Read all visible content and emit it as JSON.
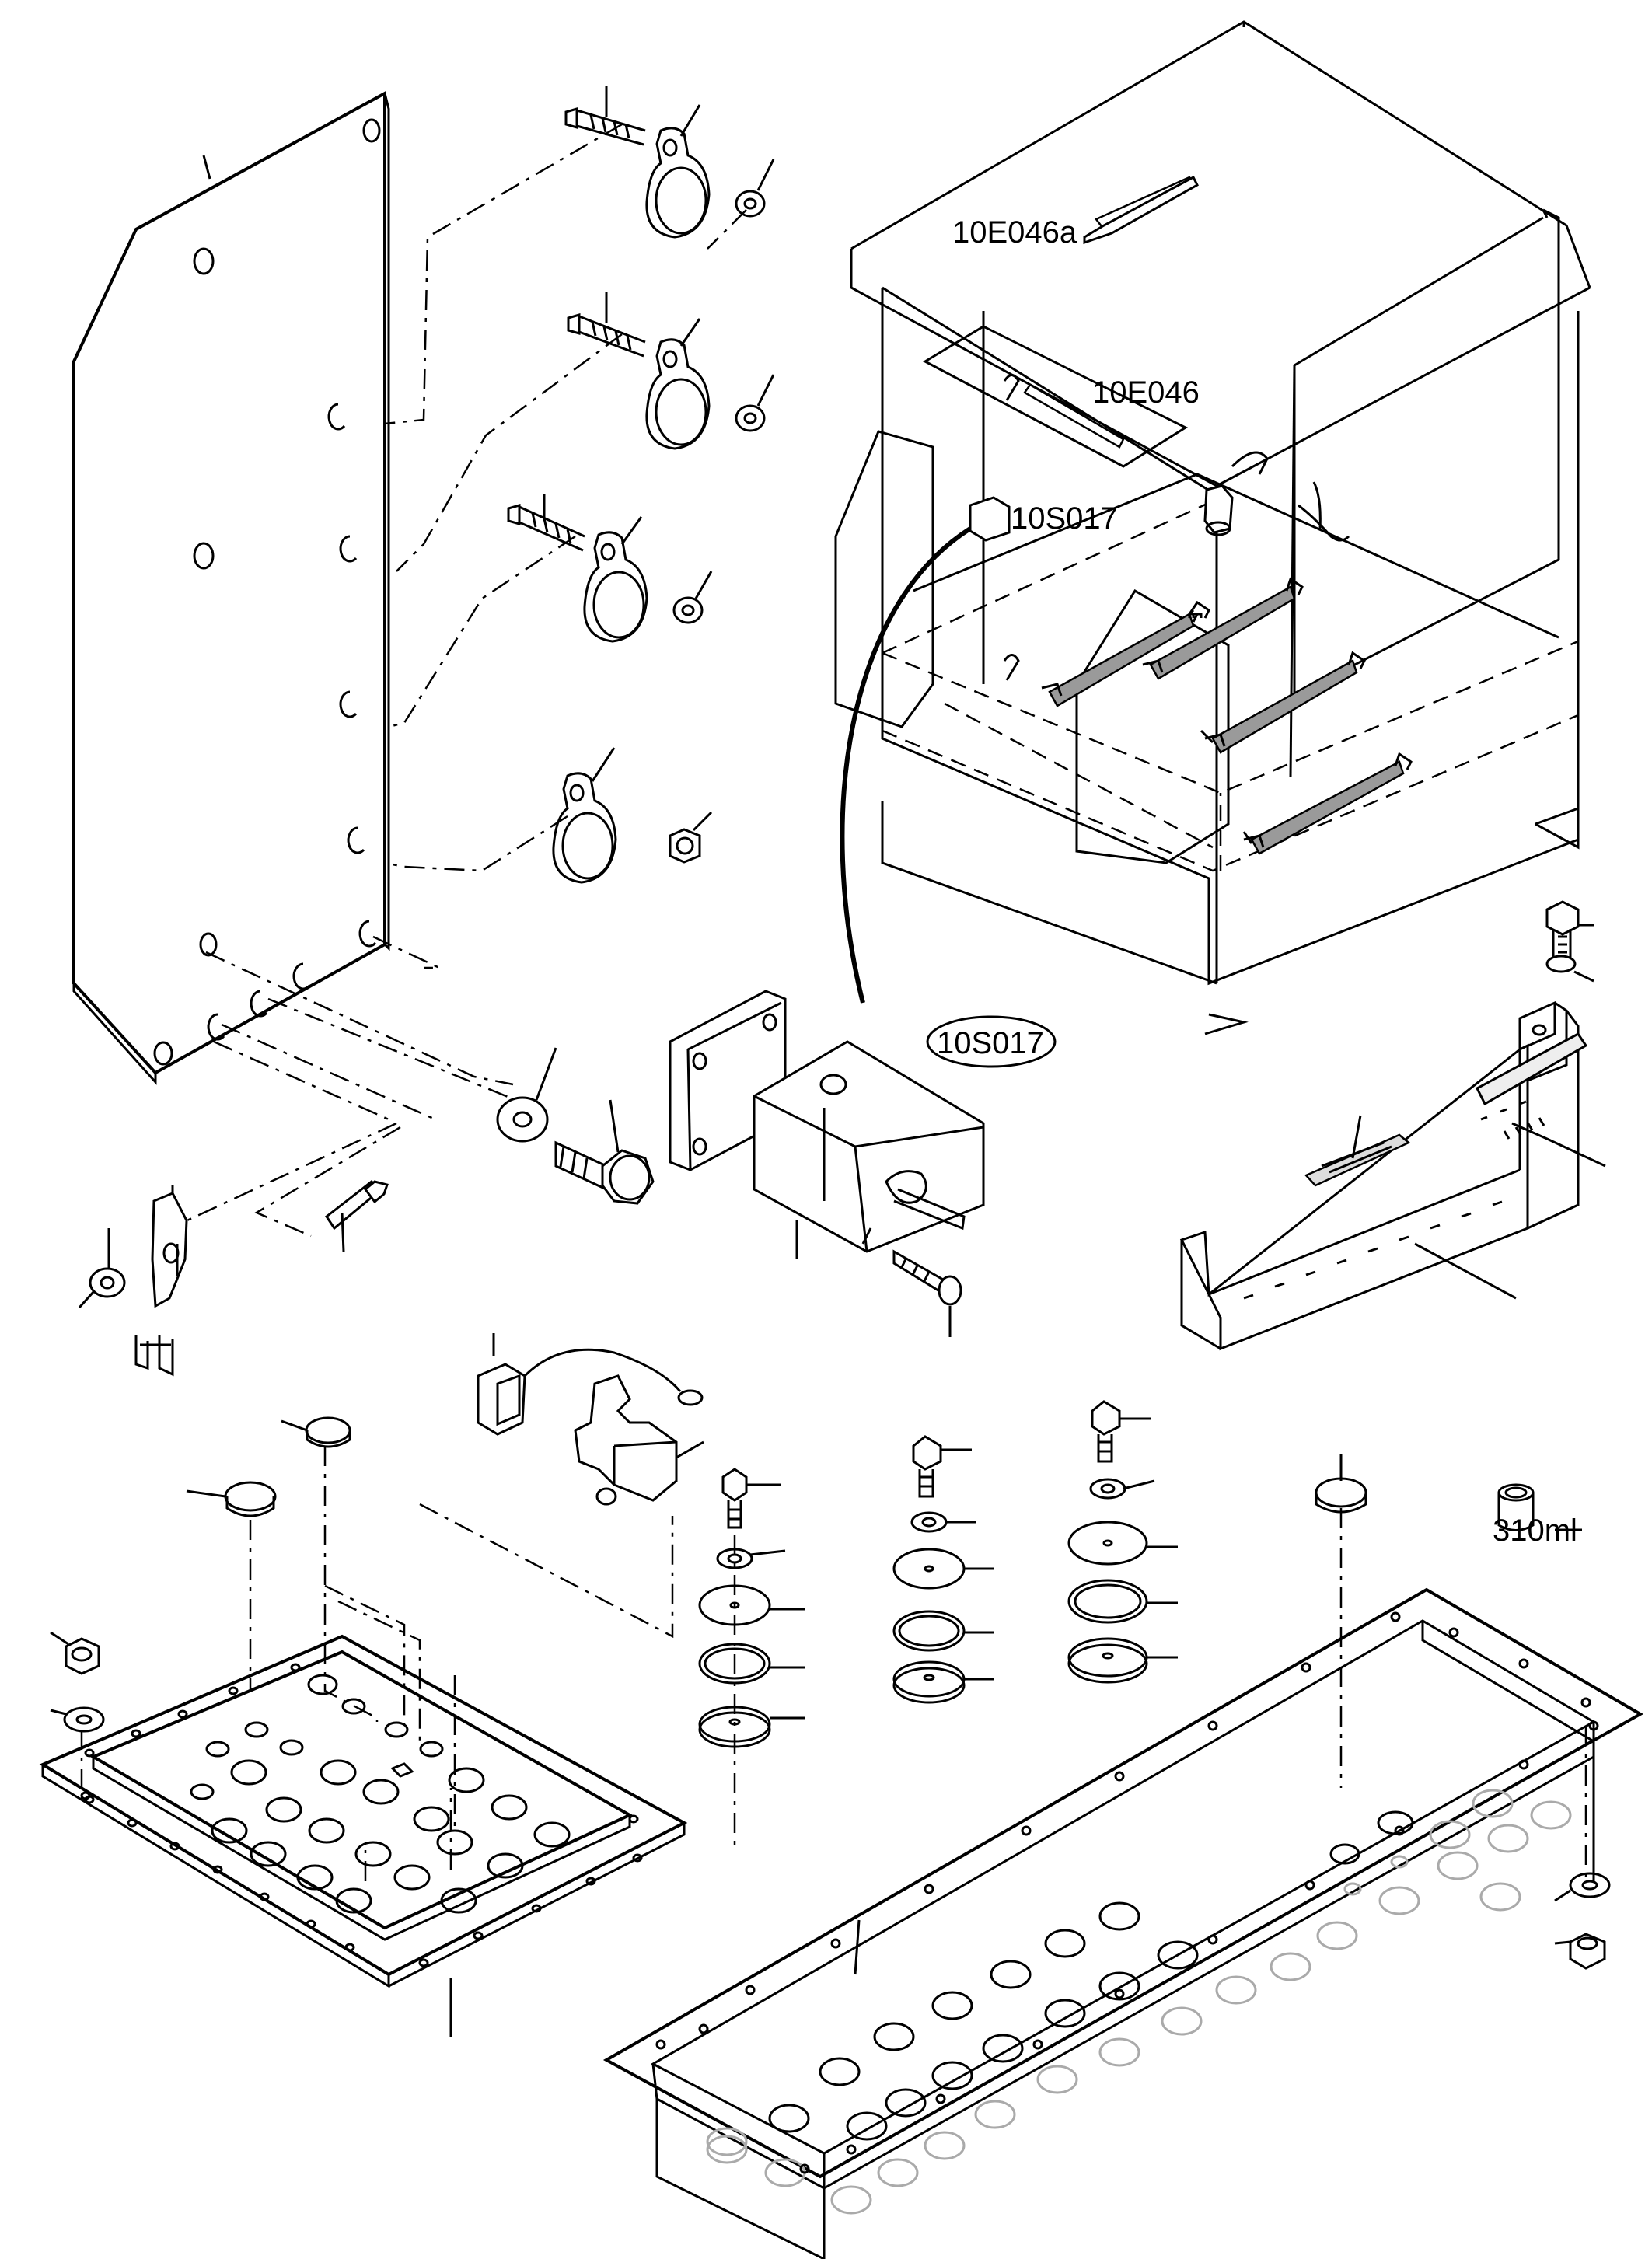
{
  "labels": {
    "ref_10E046a": "10E046a",
    "ref_10E046": "10E046",
    "ref_10S017_small": "10S017",
    "ref_10S017_detail": "10S017",
    "sealant": "310ml"
  },
  "colors": {
    "line": "#000000",
    "background": "#ffffff",
    "hatch": "#9a9a9a"
  }
}
